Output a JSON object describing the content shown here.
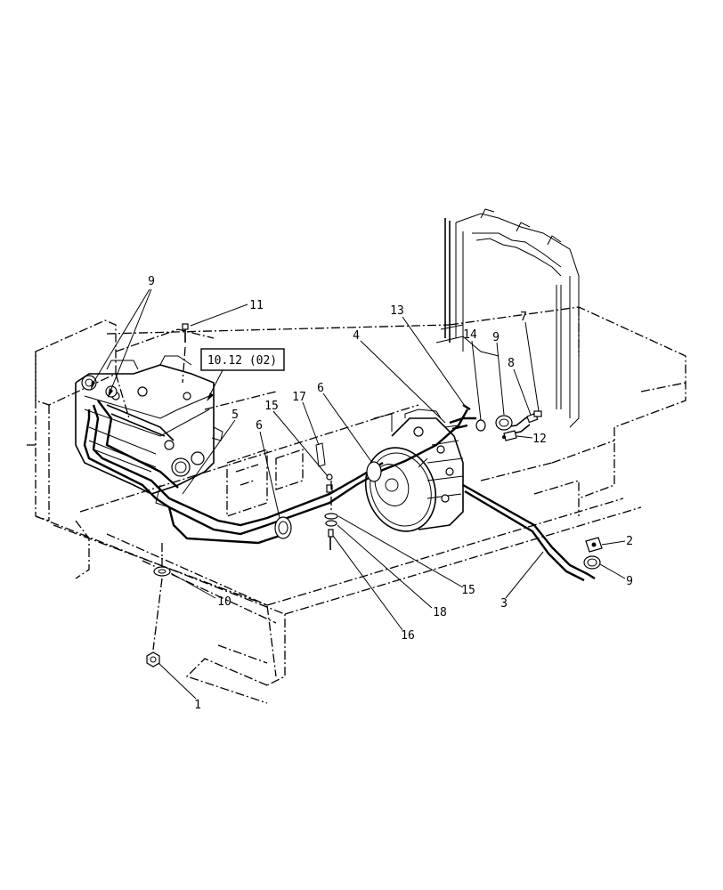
{
  "diagram": {
    "reference_box": "10.12 (02)",
    "callouts": [
      {
        "id": "c9a",
        "text": "9"
      },
      {
        "id": "c11",
        "text": "11"
      },
      {
        "id": "c13",
        "text": "13"
      },
      {
        "id": "c4",
        "text": "4"
      },
      {
        "id": "c14",
        "text": "14"
      },
      {
        "id": "c9b",
        "text": "9"
      },
      {
        "id": "c7",
        "text": "7"
      },
      {
        "id": "c8",
        "text": "8"
      },
      {
        "id": "c12",
        "text": "12"
      },
      {
        "id": "c6a",
        "text": "6"
      },
      {
        "id": "c17",
        "text": "17"
      },
      {
        "id": "c15a",
        "text": "15"
      },
      {
        "id": "c5",
        "text": "5"
      },
      {
        "id": "c6b",
        "text": "6"
      },
      {
        "id": "c2",
        "text": "2"
      },
      {
        "id": "c9c",
        "text": "9"
      },
      {
        "id": "c3",
        "text": "3"
      },
      {
        "id": "c15b",
        "text": "15"
      },
      {
        "id": "c18",
        "text": "18"
      },
      {
        "id": "c16",
        "text": "16"
      },
      {
        "id": "c10",
        "text": "10"
      },
      {
        "id": "c1",
        "text": "1"
      }
    ]
  }
}
